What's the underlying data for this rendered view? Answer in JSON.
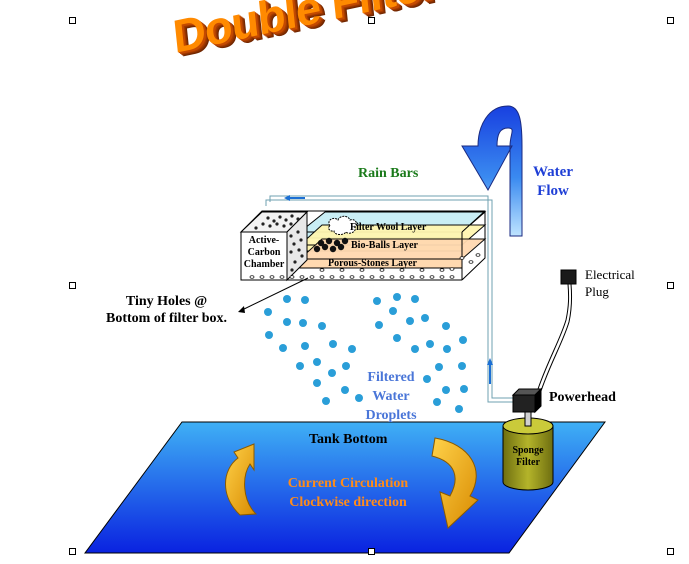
{
  "title": "Double Filter Setup",
  "labels": {
    "rain_bars": "Rain Bars",
    "water_flow": [
      "Water",
      "Flow"
    ],
    "electrical_plug": [
      "Electrical",
      "Plug"
    ],
    "tiny_holes": [
      "Tiny Holes @",
      "Bottom of filter box."
    ],
    "filter_wool": "Filter Wool Layer",
    "bio_balls": "Bio-Balls Layer",
    "porous_stones": "Porous-Stones Layer",
    "chamber": [
      "Active-",
      "Carbon",
      "Chamber"
    ],
    "powerhead": "Powerhead",
    "filtered_water": [
      "Filtered",
      "Water",
      "Droplets"
    ],
    "tank_bottom": "Tank Bottom",
    "circulation": [
      "Current Circulation",
      "Clockwise direction"
    ],
    "sponge_filter": [
      "Sponge",
      "Filter"
    ]
  },
  "colors": {
    "title": "#ff8a00",
    "rain_bars": "#1a7a1a",
    "water_flow": "#1f3fd6",
    "tank_top": "#2a9df0",
    "tank_bottom": "#0a2ee0",
    "droplets": "#2a9ed8",
    "circulation_arrows": "#e8a800",
    "circulation_text": "#ff8c1a",
    "sponge": "#9a9a1a"
  },
  "icons": [
    "selection-handle-icon",
    "flow-arrow-icon",
    "plug-icon",
    "circulation-arrow-icon"
  ]
}
